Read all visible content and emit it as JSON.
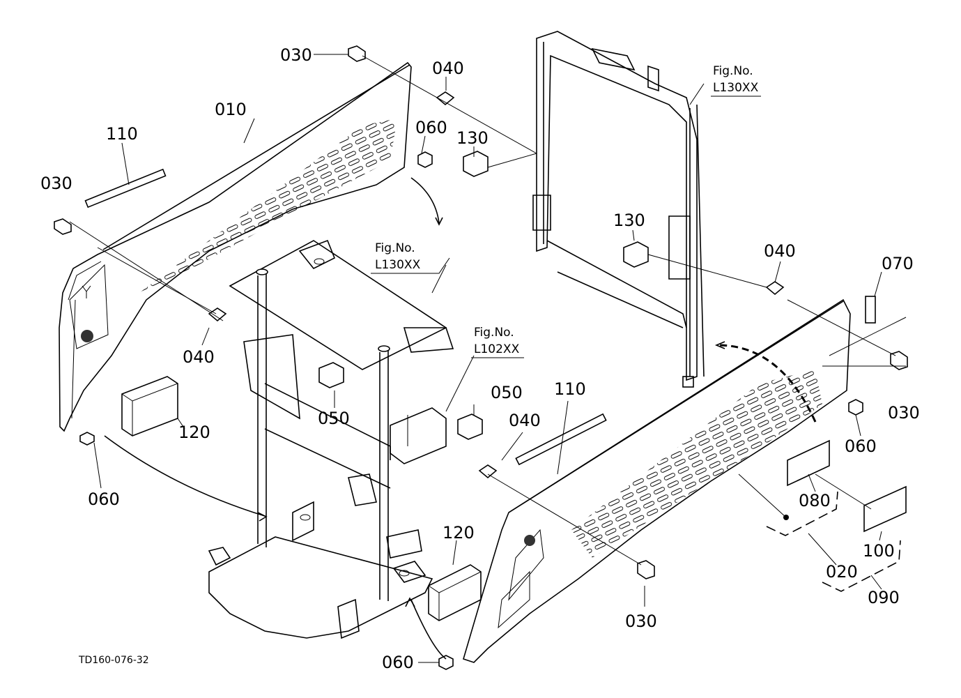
{
  "diagram": {
    "drawing_code": "TD160-076-32",
    "part_labels": [
      {
        "id": "l030a",
        "text": "030"
      },
      {
        "id": "l040a",
        "text": "040"
      },
      {
        "id": "l010",
        "text": "010"
      },
      {
        "id": "l110a",
        "text": "110"
      },
      {
        "id": "l030b",
        "text": "030"
      },
      {
        "id": "l060a",
        "text": "060"
      },
      {
        "id": "l130a",
        "text": "130"
      },
      {
        "id": "l130b",
        "text": "130"
      },
      {
        "id": "l040b",
        "text": "040"
      },
      {
        "id": "l070",
        "text": "070"
      },
      {
        "id": "l040c",
        "text": "040"
      },
      {
        "id": "l050a",
        "text": "050"
      },
      {
        "id": "l120a",
        "text": "120"
      },
      {
        "id": "l060b",
        "text": "060"
      },
      {
        "id": "l050b",
        "text": "050"
      },
      {
        "id": "l040d",
        "text": "040"
      },
      {
        "id": "l110b",
        "text": "110"
      },
      {
        "id": "l030c",
        "text": "030"
      },
      {
        "id": "l060c",
        "text": "060"
      },
      {
        "id": "l080",
        "text": "080"
      },
      {
        "id": "l100",
        "text": "100"
      },
      {
        "id": "l020",
        "text": "020"
      },
      {
        "id": "l090",
        "text": "090"
      },
      {
        "id": "l120b",
        "text": "120"
      },
      {
        "id": "l030d",
        "text": "030"
      },
      {
        "id": "l060d",
        "text": "060"
      }
    ],
    "figure_refs": [
      {
        "id": "f1",
        "title": "Fig.No.",
        "number": "L130XX"
      },
      {
        "id": "f2",
        "title": "Fig.No.",
        "number": "L130XX"
      },
      {
        "id": "f3",
        "title": "Fig.No.",
        "number": "L102XX"
      }
    ]
  }
}
